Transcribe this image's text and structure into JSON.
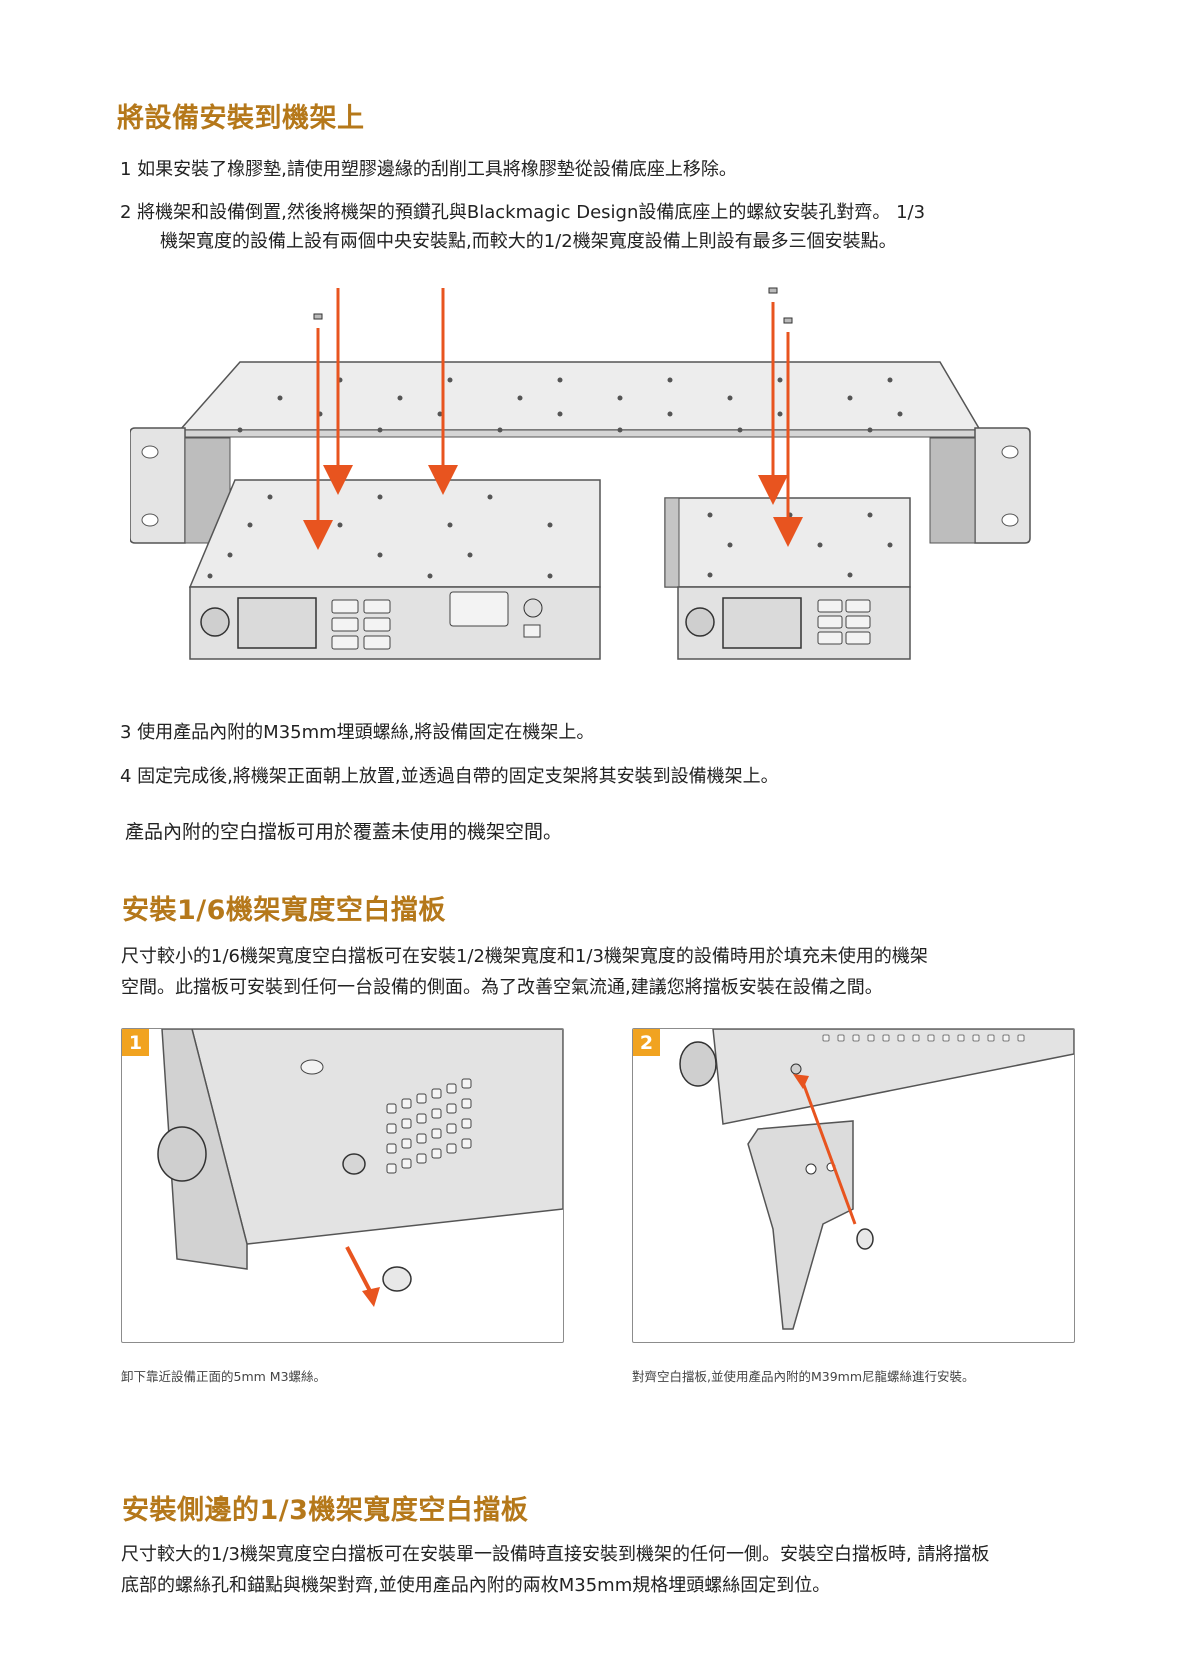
{
  "section1": {
    "title": "將設備安裝到機架上",
    "step1": "1 如果安裝了橡膠墊,請使用塑膠邊緣的刮削工具將橡膠墊從設備底座上移除。",
    "step2_line1": "2 將機架和設備倒置,然後將機架的預鑽孔與Blackmagic Design設備底座上的螺紋安裝孔對齊。 1/3",
    "step2_line2": "機架寬度的設備上設有兩個中央安裝點,而較大的1/2機架寬度設備上則設有最多三個安裝點。",
    "step3": "3 使用產品內附的M35mm埋頭螺絲,將設備固定在機架上。",
    "step4": "4 固定完成後,將機架正面朝上放置,並透過自帶的固定支架將其安裝到設備機架上。",
    "note": "產品內附的空白擋板可用於覆蓋未使用的機架空間。"
  },
  "section2": {
    "title": "安裝1/6機架寬度空白擋板",
    "para_line1": "尺寸較小的1/6機架寬度空白擋板可在安裝1/2機架寬度和1/3機架寬度的設備時用於填充未使用的機架",
    "para_line2": "空間。此擋板可安裝到任何一台設備的側面。為了改善空氣流通,建議您將擋板安裝在設備之間。",
    "figures": [
      {
        "badge": "1",
        "caption": "卸下靠近設備正面的5mm M3螺絲。"
      },
      {
        "badge": "2",
        "caption": "對齊空白擋板,並使用產品內附的M39mm尼龍螺絲進行安裝。"
      }
    ]
  },
  "section3": {
    "title": "安裝側邊的1/3機架寬度空白擋板",
    "para_line1": "尺寸較大的1/3機架寬度空白擋板可在安裝單一設備時直接安裝到機架的任何一側。安裝空白擋板時, 請將擋板",
    "para_line2": "底部的螺絲孔和錨點與機架對齊,並使用產品內附的兩枚M35mm規格埋頭螺絲固定到位。"
  },
  "colors": {
    "heading": "#b5781a",
    "arrow": "#e8541f",
    "badge": "#f1a320"
  }
}
